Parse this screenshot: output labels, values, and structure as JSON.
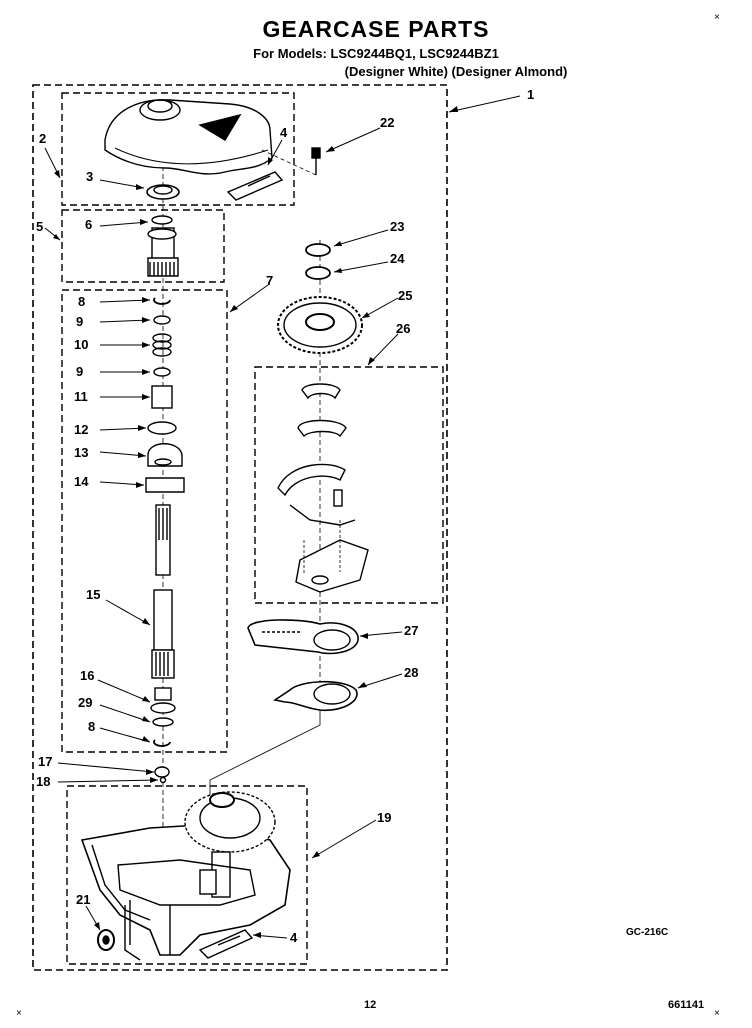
{
  "header": {
    "title": "GEARCASE PARTS",
    "models_line": "For Models: LSC9244BQ1, LSC9244BZ1",
    "colors_line": "(Designer White) (Designer Almond)"
  },
  "callouts": [
    "1",
    "2",
    "3",
    "4",
    "22",
    "5",
    "6",
    "23",
    "24",
    "7",
    "25",
    "8",
    "9",
    "10",
    "26",
    "9",
    "11",
    "12",
    "13",
    "14",
    "15",
    "27",
    "28",
    "16",
    "29",
    "8",
    "17",
    "18",
    "19",
    "21",
    "4"
  ],
  "footer": {
    "page_number": "12",
    "doc_number": "661141",
    "code": "GC-216C"
  },
  "marks": {
    "corner": "×"
  }
}
